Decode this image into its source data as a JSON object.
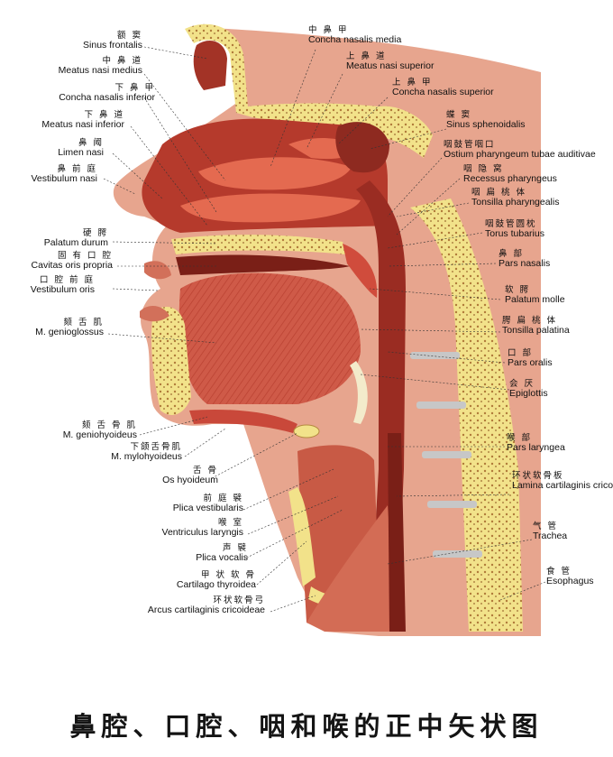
{
  "caption": "鼻腔、口腔、咽和喉的正中矢状图",
  "colors": {
    "bone": "#f2e28a",
    "muscle": "#c9483a",
    "cavity": "#8e2a20",
    "skin": "#e7a58e",
    "mucosa": "#e46a50"
  },
  "labels_left": [
    {
      "zh": "额  窦",
      "la": "Sinus frontalis"
    },
    {
      "zh": "中 鼻 道",
      "la": "Meatus nasi medius"
    },
    {
      "zh": "下 鼻 甲",
      "la": "Concha nasalis inferior"
    },
    {
      "zh": "下 鼻 道",
      "la": "Meatus nasi inferior"
    },
    {
      "zh": "鼻 阈",
      "la": "Limen nasi"
    },
    {
      "zh": "鼻 前 庭",
      "la": "Vestibulum nasi"
    },
    {
      "zh": "硬  腭",
      "la": "Palatum durum"
    },
    {
      "zh": "固 有 口 腔",
      "la": "Cavitas oris propria"
    },
    {
      "zh": "口 腔 前 庭",
      "la": "Vestibulum oris"
    },
    {
      "zh": "颏 舌 肌",
      "la": "M. genioglossus"
    },
    {
      "zh": "颏 舌 骨 肌",
      "la": "M. geniohyoideus"
    },
    {
      "zh": "下颌舌骨肌",
      "la": "M. mylohyoideus"
    },
    {
      "zh": "舌  骨",
      "la": "Os hyoideum"
    },
    {
      "zh": "前 庭 襞",
      "la": "Plica vestibularis"
    },
    {
      "zh": "喉  室",
      "la": "Ventriculus laryngis"
    },
    {
      "zh": "声  襞",
      "la": "Plica vocalis"
    },
    {
      "zh": "甲 状 软 骨",
      "la": "Cartilago thyroidea"
    },
    {
      "zh": "环状软骨弓",
      "la": "Arcus cartilaginis cricoideae"
    }
  ],
  "labels_right": [
    {
      "zh": "中 鼻 甲",
      "la": "Concha nasalis media"
    },
    {
      "zh": "上 鼻 道",
      "la": "Meatus nasi superior"
    },
    {
      "zh": "上 鼻 甲",
      "la": "Concha nasalis superior"
    },
    {
      "zh": "蝶  窦",
      "la": "Sinus sphenoidalis"
    },
    {
      "zh": "咽鼓管咽口",
      "la": "Ostium pharyngeum tubae auditivae"
    },
    {
      "zh": "咽 隐 窝",
      "la": "Recessus pharyngeus"
    },
    {
      "zh": "咽 扁 桃 体",
      "la": "Tonsilla pharyngealis"
    },
    {
      "zh": "咽鼓管圆枕",
      "la": "Torus tubarius"
    },
    {
      "zh": "鼻  部",
      "la": "Pars nasalis"
    },
    {
      "zh": "软  腭",
      "la": "Palatum molle"
    },
    {
      "zh": "腭 扁 桃 体",
      "la": "Tonsilla palatina"
    },
    {
      "zh": "口  部",
      "la": "Pars oralis"
    },
    {
      "zh": "会  厌",
      "la": "Epiglottis"
    },
    {
      "zh": "喉  部",
      "la": "Pars laryngea"
    },
    {
      "zh": "环状软骨板",
      "la": "Lamina cartilaginis cricoideae"
    },
    {
      "zh": "气  管",
      "la": "Trachea"
    },
    {
      "zh": "食  管",
      "la": "Esophagus"
    }
  ]
}
